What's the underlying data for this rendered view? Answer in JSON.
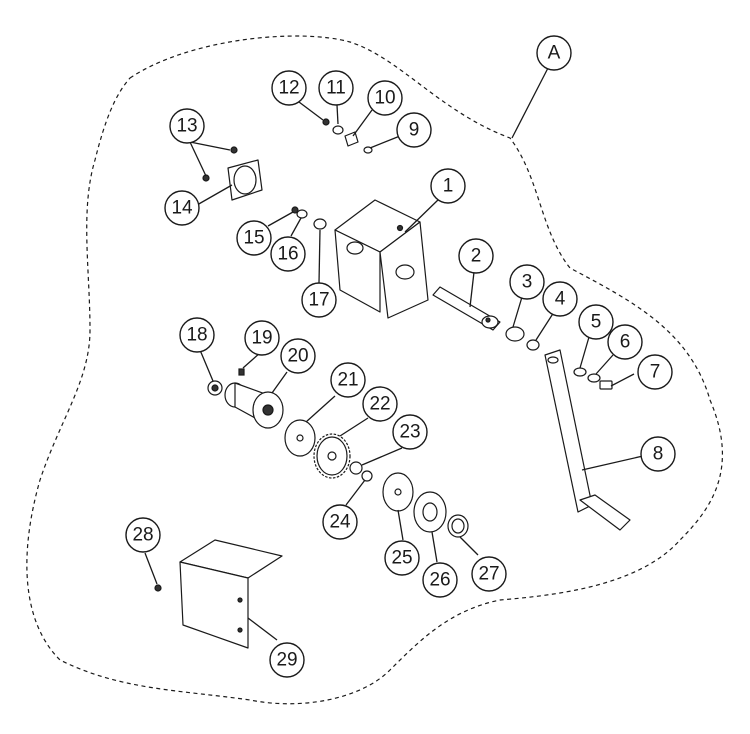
{
  "diagram": {
    "assembly_label": "A",
    "callouts": [
      {
        "number": "1"
      },
      {
        "number": "2"
      },
      {
        "number": "3"
      },
      {
        "number": "4"
      },
      {
        "number": "5"
      },
      {
        "number": "6"
      },
      {
        "number": "7"
      },
      {
        "number": "8"
      },
      {
        "number": "9"
      },
      {
        "number": "10"
      },
      {
        "number": "11"
      },
      {
        "number": "12"
      },
      {
        "number": "13"
      },
      {
        "number": "14"
      },
      {
        "number": "15"
      },
      {
        "number": "16"
      },
      {
        "number": "17"
      },
      {
        "number": "18"
      },
      {
        "number": "19"
      },
      {
        "number": "20"
      },
      {
        "number": "21"
      },
      {
        "number": "22"
      },
      {
        "number": "23"
      },
      {
        "number": "24"
      },
      {
        "number": "25"
      },
      {
        "number": "26"
      },
      {
        "number": "27"
      },
      {
        "number": "28"
      },
      {
        "number": "29"
      }
    ]
  },
  "colors": {
    "line": "#1a1a1a",
    "background": "#ffffff"
  }
}
